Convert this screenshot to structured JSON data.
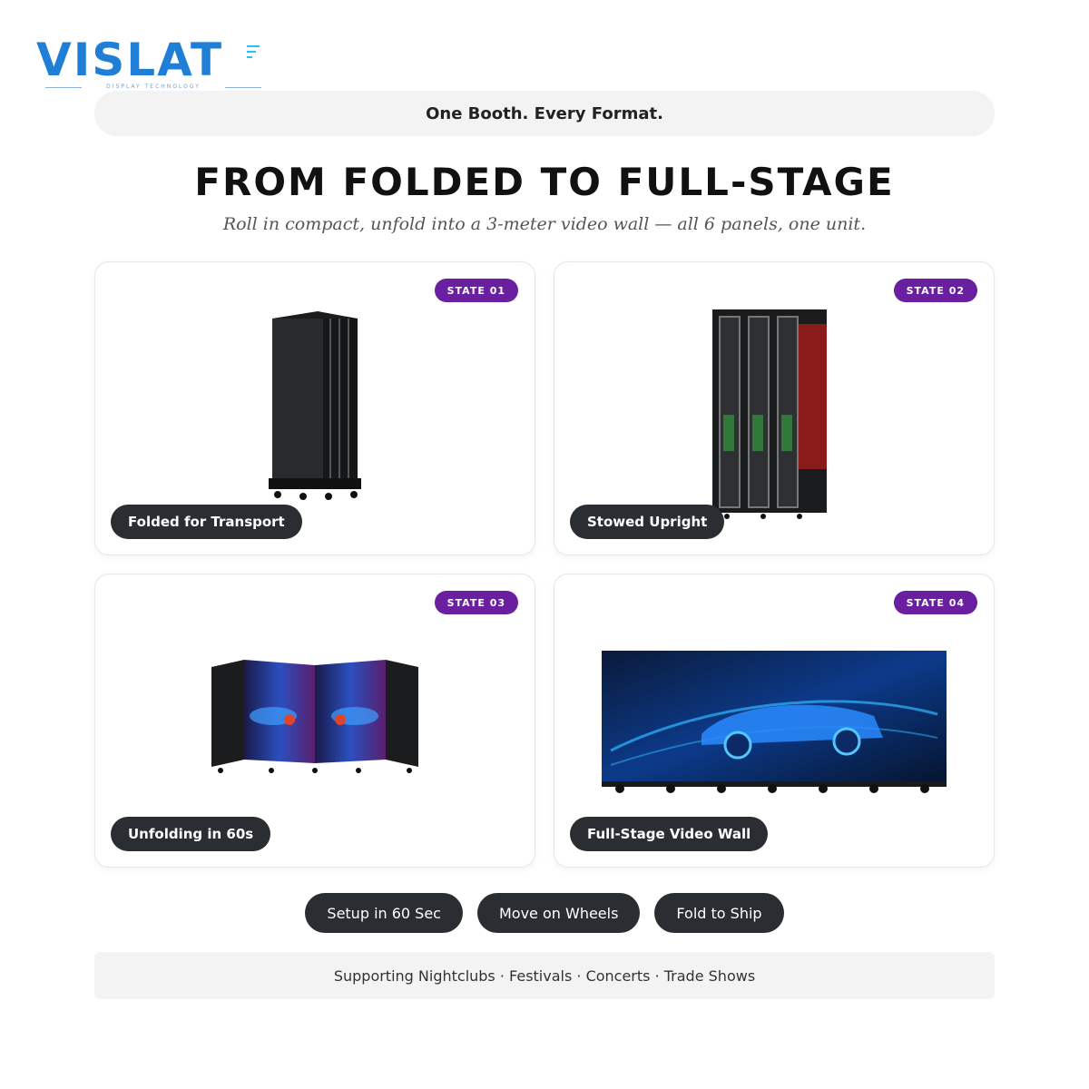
{
  "brand": {
    "name": "VISLAT",
    "tagline": "DISPLAY TECHNOLOGY",
    "color": "#1f7fd6",
    "accent": "#27c3f0"
  },
  "banner": {
    "text": "One Booth. Every Format."
  },
  "headline": "FROM FOLDED TO FULL-STAGE",
  "subheadline": "Roll in compact, unfold into a 3-meter video wall — all 6 panels, one unit.",
  "cards": [
    {
      "badge": "STATE 01",
      "label": "Folded for Transport",
      "image": "folded-cabinet-image"
    },
    {
      "badge": "STATE 02",
      "label": "Stowed Upright",
      "image": "stowed-upright-image"
    },
    {
      "badge": "STATE 03",
      "label": "Unfolding in 60s",
      "image": "unfolding-panels-image"
    },
    {
      "badge": "STATE 04",
      "label": "Full-Stage Video Wall",
      "image": "video-wall-image"
    }
  ],
  "features": [
    "Setup in 60 Sec",
    "Move on Wheels",
    "Fold to Ship"
  ],
  "footer": {
    "text": "Supporting Nightclubs · Festivals · Concerts · Trade Shows"
  },
  "colors": {
    "badge": "#6a1fa0",
    "pill": "#2a2d31",
    "bar": "#f3f3f3"
  }
}
